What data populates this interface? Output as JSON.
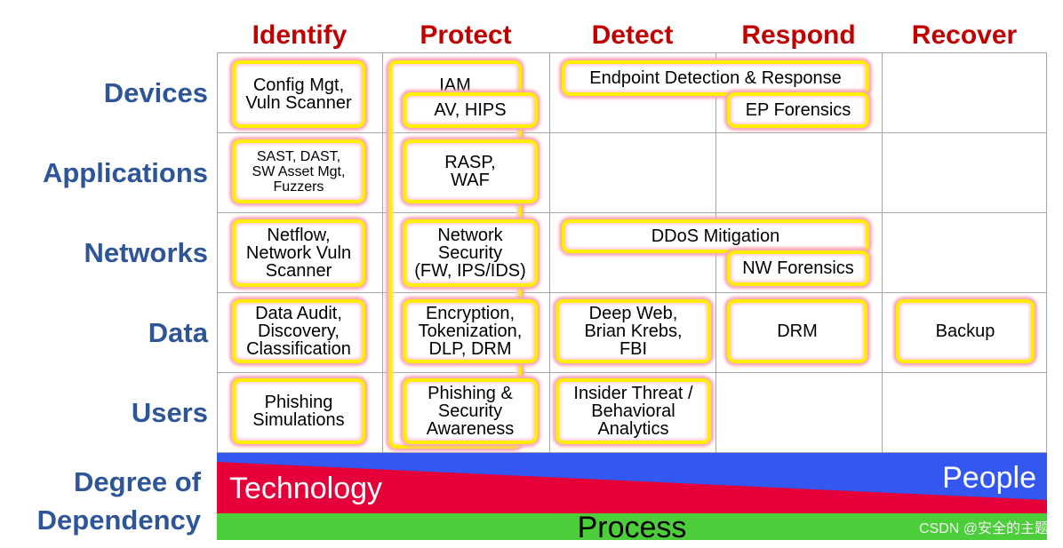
{
  "columns": [
    "Identify",
    "Protect",
    "Detect",
    "Respond",
    "Recover"
  ],
  "rows": [
    "Devices",
    "Applications",
    "Networks",
    "Data",
    "Users"
  ],
  "cells": {
    "identify": {
      "devices": "Config Mgt,\nVuln Scanner",
      "applications": "SAST, DAST,\nSW Asset Mgt,\nFuzzers",
      "networks": "Netflow,\nNetwork Vuln\nScanner",
      "data": "Data Audit,\nDiscovery,\nClassification",
      "users": "Phishing\nSimulations"
    },
    "protect": {
      "iam": "IAM",
      "devices": "AV, HIPS",
      "applications": "RASP,\nWAF",
      "networks": "Network\nSecurity\n(FW, IPS/IDS)",
      "data": "Encryption,\nTokenization,\nDLP, DRM",
      "users": "Phishing &\nSecurity\nAwareness"
    },
    "detect": {
      "edr": "Endpoint Detection & Response",
      "ddos": "DDoS Mitigation",
      "data": "Deep Web,\nBrian Krebs,\nFBI",
      "users": "Insider Threat /\nBehavioral\nAnalytics"
    },
    "respond": {
      "devices": "EP Forensics",
      "networks": "NW Forensics",
      "data": "DRM"
    },
    "recover": {
      "data": "Backup"
    }
  },
  "dependency": {
    "label_line1": "Degree of",
    "label_line2": "Dependency",
    "technology": "Technology",
    "people": "People",
    "process": "Process"
  },
  "colors": {
    "header_red": "#c00000",
    "label_blue": "#2e5597",
    "box_border": "#ffee00",
    "technology": "#e60039",
    "people": "#3357f0",
    "process": "#4ccd3a"
  },
  "watermark": "CSDN @安全的主题"
}
